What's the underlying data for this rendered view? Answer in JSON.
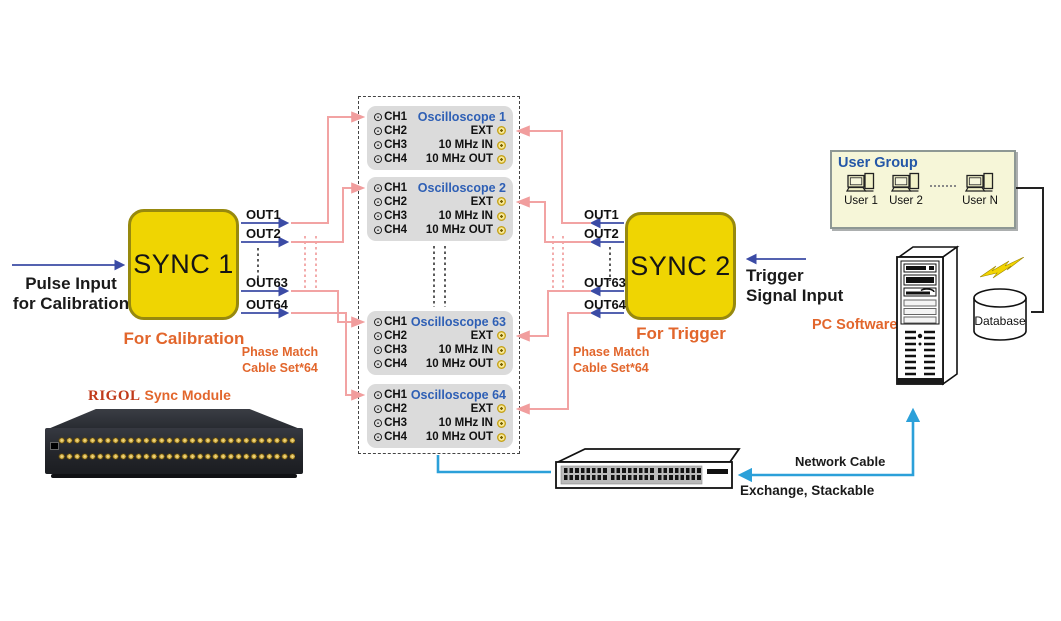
{
  "colors": {
    "sync_yellow": "#EFD502",
    "sync_border": "#97890E",
    "accent_orange": "#E2662C",
    "osc_gray": "#DBDBDB",
    "title_blue": "#2E5FB5",
    "cable_pink": "#F2A3A3",
    "arrow_navy": "#3B4BA5",
    "network_cyan": "#2BA0D9",
    "usergroup_cream": "#F6F6D8"
  },
  "pulse_input": {
    "line1": "Pulse Input",
    "line2": "for Calibration"
  },
  "sync1": {
    "label": "SYNC 1",
    "caption": "For Calibration",
    "outputs": [
      "OUT1",
      "OUT2",
      "OUT63",
      "OUT64"
    ]
  },
  "sync2": {
    "label": "SYNC 2",
    "caption": "For Trigger",
    "outputs": [
      "OUT1",
      "OUT2",
      "OUT63",
      "OUT64"
    ]
  },
  "trigger_input": {
    "line1": "Trigger",
    "line2": "Signal Input"
  },
  "phase_match": {
    "line1": "Phase Match",
    "line2": "Cable Set*64"
  },
  "osc": {
    "channels": [
      "CH1",
      "CH2",
      "CH3",
      "CH4"
    ],
    "ports": [
      "EXT",
      "10 MHz IN",
      "10 MHz OUT"
    ],
    "units": [
      {
        "title": "Oscilloscope 1"
      },
      {
        "title": "Oscilloscope 2"
      },
      {
        "title": "Oscilloscope 63"
      },
      {
        "title": "Oscilloscope 64"
      }
    ]
  },
  "user_group": {
    "title": "User Group",
    "users": [
      "User 1",
      "User 2",
      "User N"
    ]
  },
  "pc_software_label": "PC Software",
  "database_label": "Database",
  "network": {
    "cable_label": "Network Cable",
    "switch_label": "Exchange, Stackable"
  },
  "rigol": {
    "brand": "RIGOL",
    "label": "Sync Module"
  }
}
